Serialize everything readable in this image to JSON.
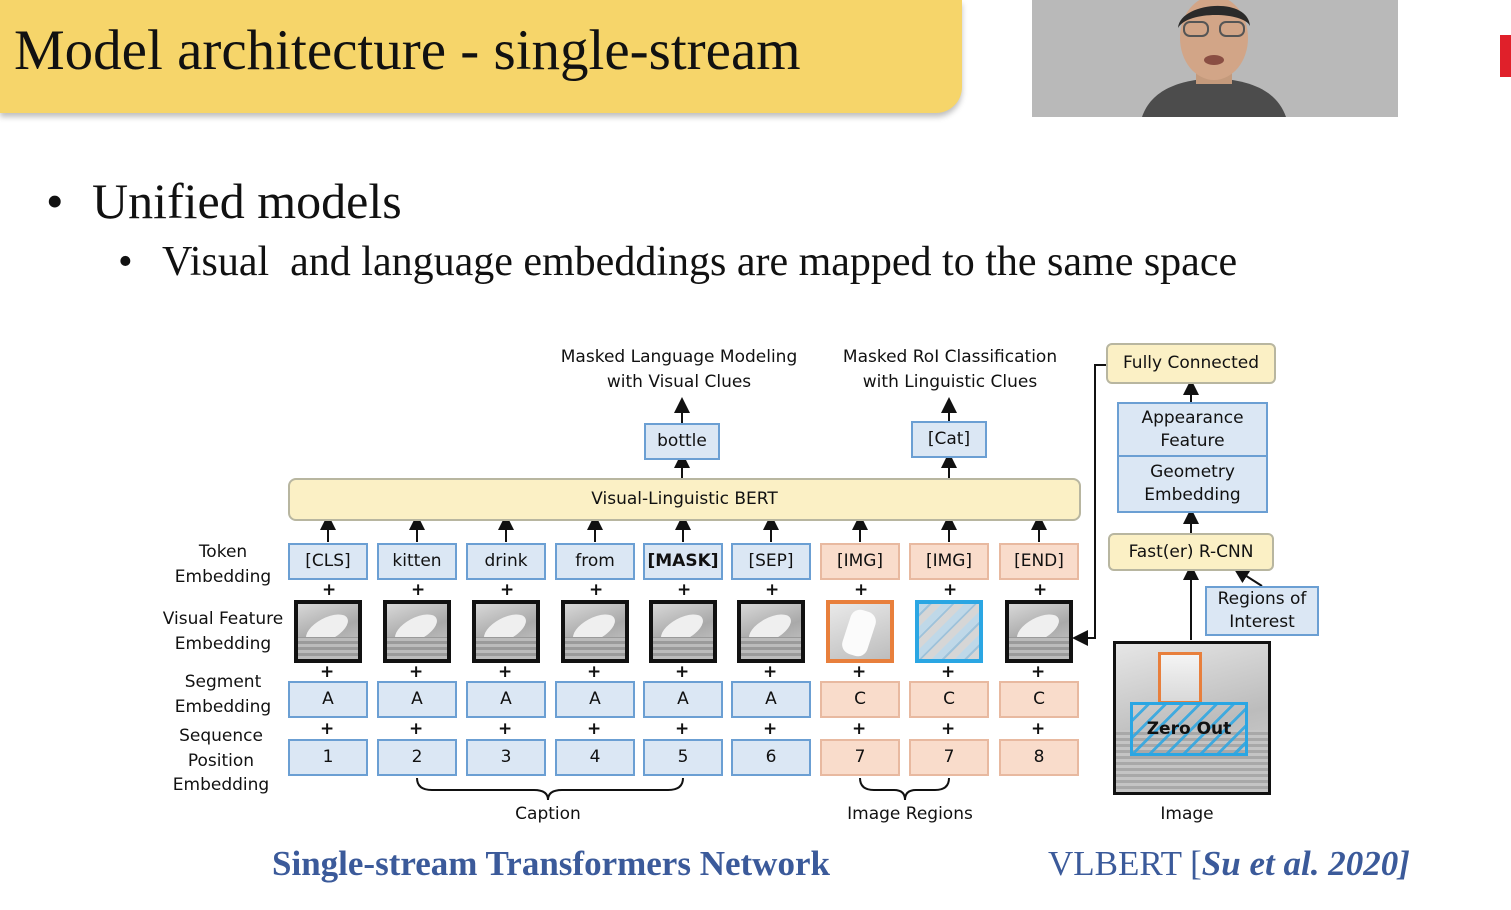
{
  "slide": {
    "title": "Model architecture - single-stream",
    "bullet_1": "Unified models",
    "bullet_2": "Visual  and language embeddings are mapped to the same space",
    "bullet_glyph": "•"
  },
  "diagram": {
    "top_labels": {
      "mlm_line1": "Masked Language Modeling",
      "mlm_line2": "with Visual Clues",
      "mrc_line1": "Masked RoI Classification",
      "mrc_line2": "with Linguistic Clues"
    },
    "outputs": {
      "bottle": "bottle",
      "cat": "[Cat]"
    },
    "bert": "Visual-Linguistic BERT",
    "row_labels": {
      "token_1": "Token",
      "token_2": "Embedding",
      "visual_1": "Visual Feature",
      "visual_2": "Embedding",
      "segment_1": "Segment",
      "segment_2": "Embedding",
      "sequence_1": "Sequence",
      "sequence_2": "Position",
      "sequence_3": "Embedding"
    },
    "tokens": [
      "[CLS]",
      "kitten",
      "drink",
      "from",
      "[MASK]",
      "[SEP]",
      "[IMG]",
      "[IMG]",
      "[END]"
    ],
    "segments": [
      "A",
      "A",
      "A",
      "A",
      "A",
      "A",
      "C",
      "C",
      "C"
    ],
    "positions": [
      "1",
      "2",
      "3",
      "4",
      "5",
      "6",
      "7",
      "7",
      "8"
    ],
    "plus": "+",
    "bottom_labels": {
      "caption": "Caption",
      "image_regions": "Image Regions",
      "image": "Image"
    },
    "right_column": {
      "fully_connected": "Fully Connected",
      "appearance_1": "Appearance",
      "appearance_2": "Feature",
      "geometry_1": "Geometry",
      "geometry_2": "Embedding",
      "rcnn": "Fast(er) R-CNN",
      "roi_1": "Regions of",
      "roi_2": "Interest",
      "zero_out": "Zero Out"
    }
  },
  "footer": {
    "left": "Single-stream Transformers Network",
    "right_prefix": "VLBERT [",
    "right_citation": "Su et al. 2020]"
  }
}
